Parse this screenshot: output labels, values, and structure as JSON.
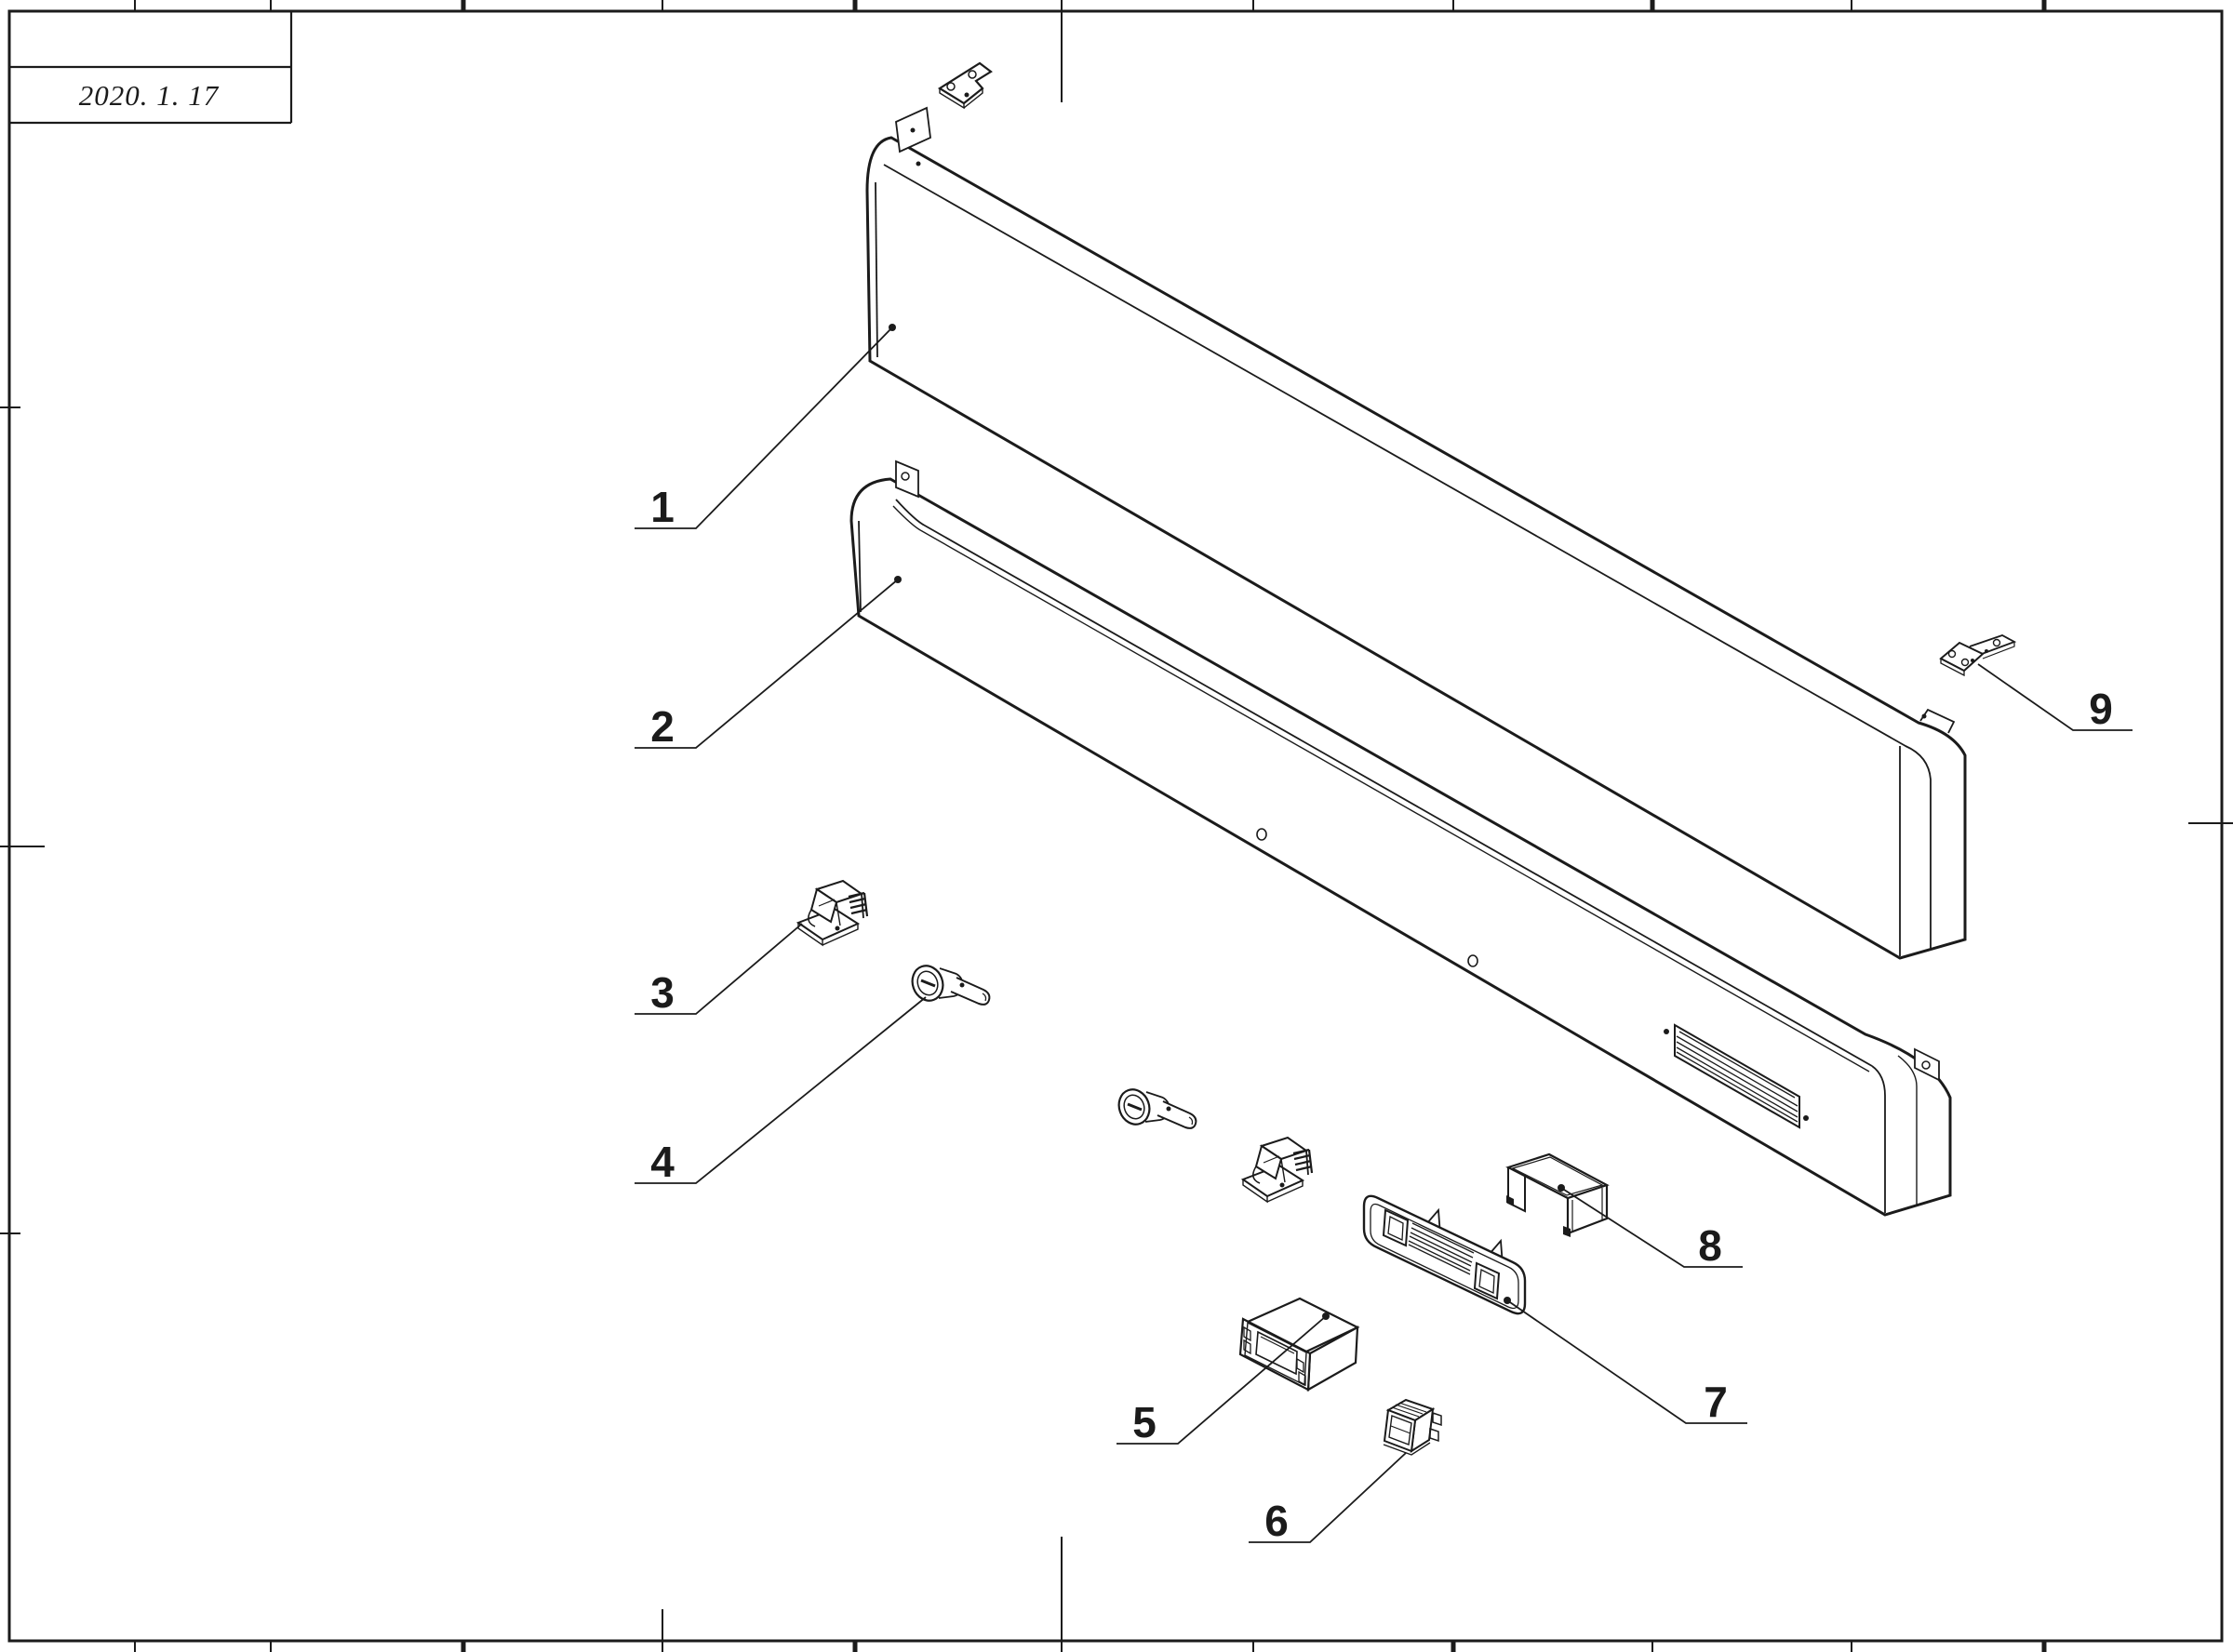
{
  "title_block": {
    "date": "2020. 1. 17"
  },
  "callouts": [
    {
      "label": "1"
    },
    {
      "label": "2"
    },
    {
      "label": "3"
    },
    {
      "label": "4"
    },
    {
      "label": "5"
    },
    {
      "label": "6"
    },
    {
      "label": "7"
    },
    {
      "label": "8"
    },
    {
      "label": "9"
    }
  ],
  "colors": {
    "line": "#1b1b1b",
    "background": "#ffffff"
  }
}
